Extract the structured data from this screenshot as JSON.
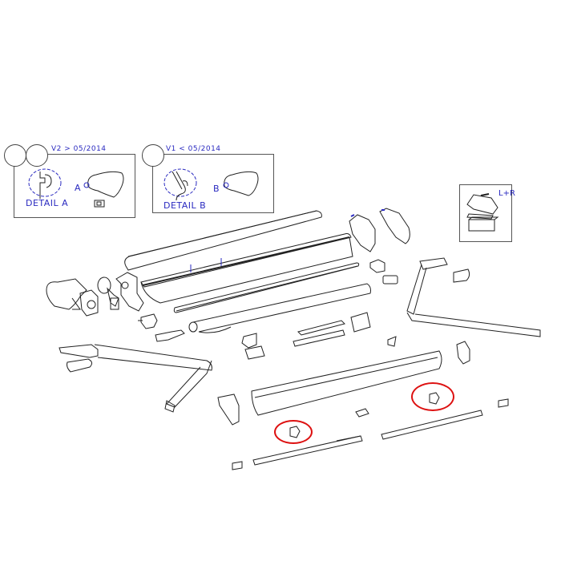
{
  "diagram": {
    "type": "exploded-parts-diagram",
    "subject": "awning assembly",
    "detail_panels": [
      {
        "version_label": "V2 > 05/2014",
        "detail_label": "DETAIL A",
        "callout": "A",
        "circle_count": 2
      },
      {
        "version_label": "V1 < 05/2014",
        "detail_label": "DETAIL B",
        "callout": "B",
        "circle_count": 1
      }
    ],
    "inset": {
      "label": "L+R"
    },
    "highlights": [
      {
        "name": "bracket-clip-left",
        "color": "#dd1111"
      },
      {
        "name": "bracket-clip-right",
        "color": "#dd1111"
      }
    ],
    "colors": {
      "line": "#222222",
      "annotation": "#2a2ac0",
      "highlight": "#dd1111",
      "background": "#ffffff"
    }
  }
}
